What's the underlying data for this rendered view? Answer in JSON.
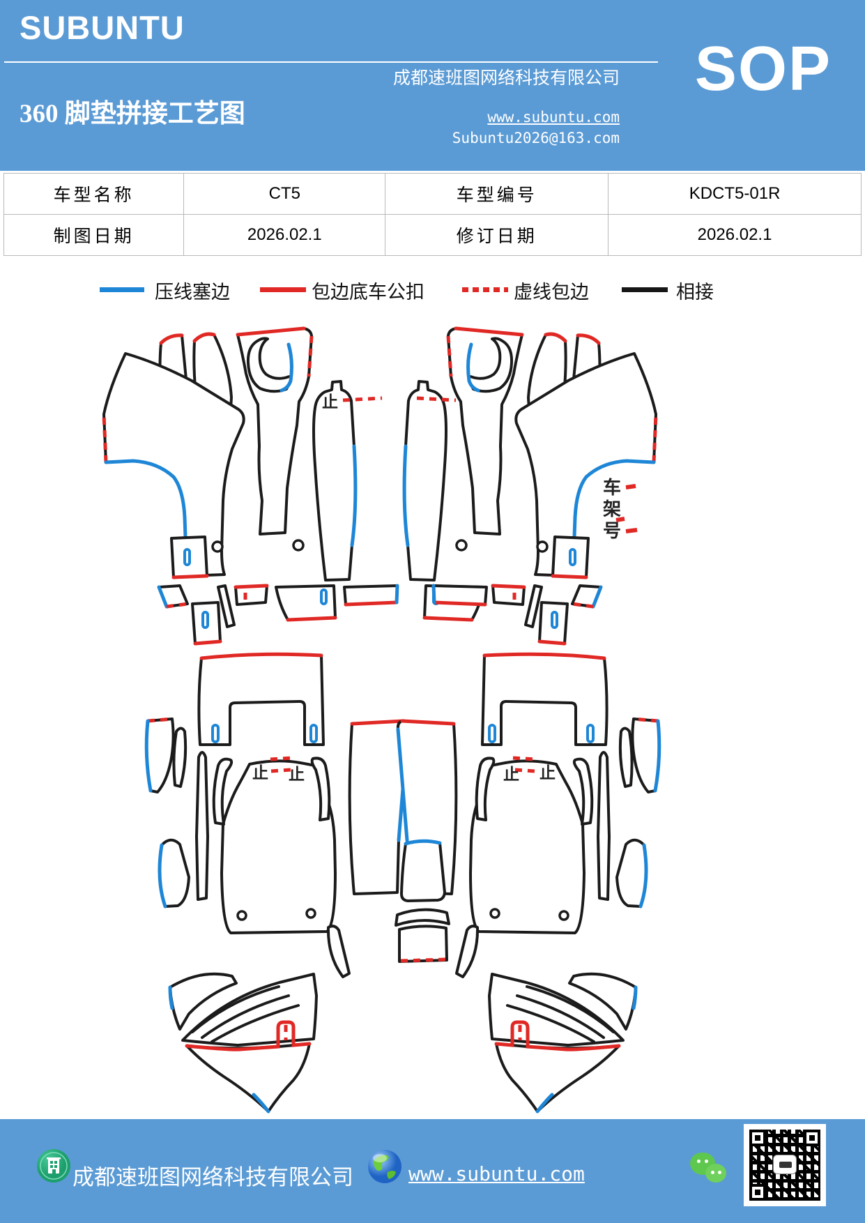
{
  "header": {
    "brand": "SUBUNTU",
    "title": "360 脚垫拼接工艺图",
    "company": "成都速班图网络科技有限公司",
    "sop": "SOP",
    "website": "www.subuntu.com",
    "email": "Subuntu2026@163.com"
  },
  "info_table": {
    "row1": {
      "label1": "车型名称",
      "value1": "CT5",
      "label2": "车型编号",
      "value2": "KDCT5-01R"
    },
    "row2": {
      "label1": "制图日期",
      "value1": "2026.02.1",
      "label2": "修订日期",
      "value2": "2026.02.1"
    }
  },
  "legend": {
    "items": [
      {
        "label": "压线塞边",
        "color": "#1e86d6",
        "style": "solid"
      },
      {
        "label": "包边底车公扣",
        "color": "#e02824",
        "style": "solid"
      },
      {
        "label": "虚线包边",
        "color": "#e02824",
        "style": "dashed"
      },
      {
        "label": "相接",
        "color": "#161616",
        "style": "solid"
      }
    ]
  },
  "diagram": {
    "vin_chars": {
      "c1": "车",
      "c2": "架",
      "c3": "号"
    },
    "stop_mark": "止"
  },
  "footer": {
    "company": "成都速班图网络科技有限公司",
    "website": "www.subuntu.com"
  },
  "colors": {
    "header_blue": "#5b9bd5",
    "footer_blue": "#5b9bd5",
    "line_blue": "#1e86d6",
    "line_red": "#e02824",
    "line_black": "#1b1b1b",
    "table_border": "#b9b9b9",
    "wechat_green": "#5ec74d",
    "badge_green": "#2bb37b"
  }
}
